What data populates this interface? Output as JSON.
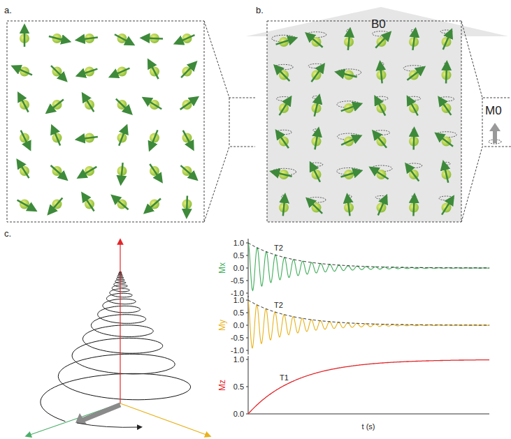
{
  "diagram": {
    "labels": [
      "a.",
      "b.",
      "B0",
      "M0",
      "c.",
      "1.0",
      "0.5",
      "0.0",
      "-0.5",
      "-1.0",
      "Mx",
      "T2",
      "1.0",
      "0.5",
      "0.0",
      "-0.5",
      "-1.0",
      "My",
      "T2",
      "1.0",
      "0.5",
      "0.0",
      "Mz",
      "T1",
      "t (s)"
    ]
  }
}
